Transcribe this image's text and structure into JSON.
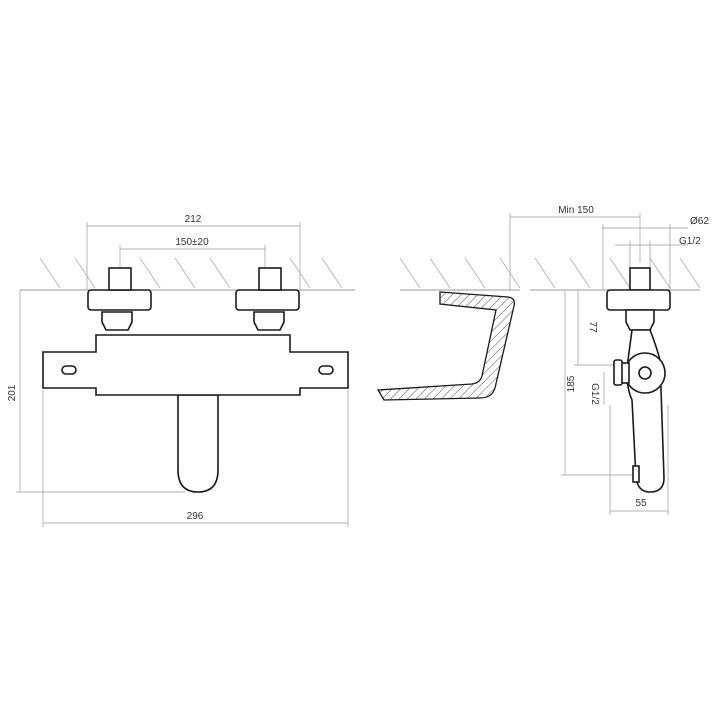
{
  "front_view": {
    "dim_width_top": "212",
    "dim_center_spacing": "150±20",
    "dim_height": "201",
    "dim_width_total": "296"
  },
  "side_view": {
    "dim_min_distance": "Min 150",
    "dim_diameter": "Ø62",
    "dim_thread_top": "G1/2",
    "dim_height_inlet": "77",
    "dim_height_total": "185",
    "dim_thread_side": "G1/2",
    "dim_depth": "55"
  }
}
